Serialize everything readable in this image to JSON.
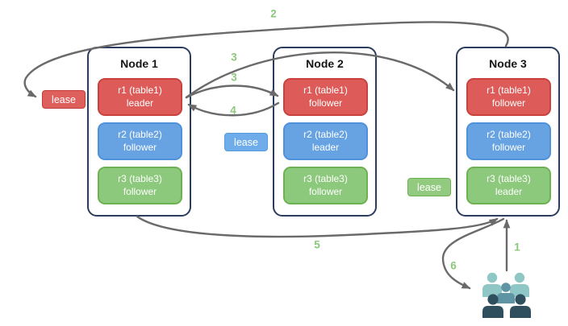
{
  "diagram": {
    "nodes": [
      {
        "title": "Node 1",
        "replicas": [
          {
            "name": "r1 (table1)",
            "role": "leader",
            "color": "#dd5c59"
          },
          {
            "name": "r2 (table2)",
            "role": "follower",
            "color": "#67a3e3"
          },
          {
            "name": "r3 (table3)",
            "role": "follower",
            "color": "#8dc97c"
          }
        ]
      },
      {
        "title": "Node 2",
        "replicas": [
          {
            "name": "r1 (table1)",
            "role": "follower",
            "color": "#dd5c59"
          },
          {
            "name": "r2 (table2)",
            "role": "leader",
            "color": "#67a3e3"
          },
          {
            "name": "r3 (table3)",
            "role": "follower",
            "color": "#8dc97c"
          }
        ]
      },
      {
        "title": "Node 3",
        "replicas": [
          {
            "name": "r1 (table1)",
            "role": "follower",
            "color": "#dd5c59"
          },
          {
            "name": "r2 (table2)",
            "role": "follower",
            "color": "#67a3e3"
          },
          {
            "name": "r3 (table3)",
            "role": "leader",
            "color": "#8dc97c"
          }
        ]
      }
    ],
    "leases": [
      {
        "label": "lease",
        "color": "#de605d"
      },
      {
        "label": "lease",
        "color": "#6fadea"
      },
      {
        "label": "lease",
        "color": "#92cb80"
      }
    ],
    "steps": [
      "2",
      "3",
      "3",
      "4",
      "5",
      "6",
      "1"
    ],
    "icons": {
      "users": "users-group-icon"
    },
    "colors": {
      "red": "#dd5c59",
      "blue": "#67a3e3",
      "green": "#8dc97c",
      "node_border": "#2b3c5f",
      "arrow": "#6a6a6a",
      "step_label": "#8bc87b",
      "users_light": "#8fc6c6",
      "users_medium": "#5e94a3",
      "users_dark": "#2f4f5f"
    }
  }
}
